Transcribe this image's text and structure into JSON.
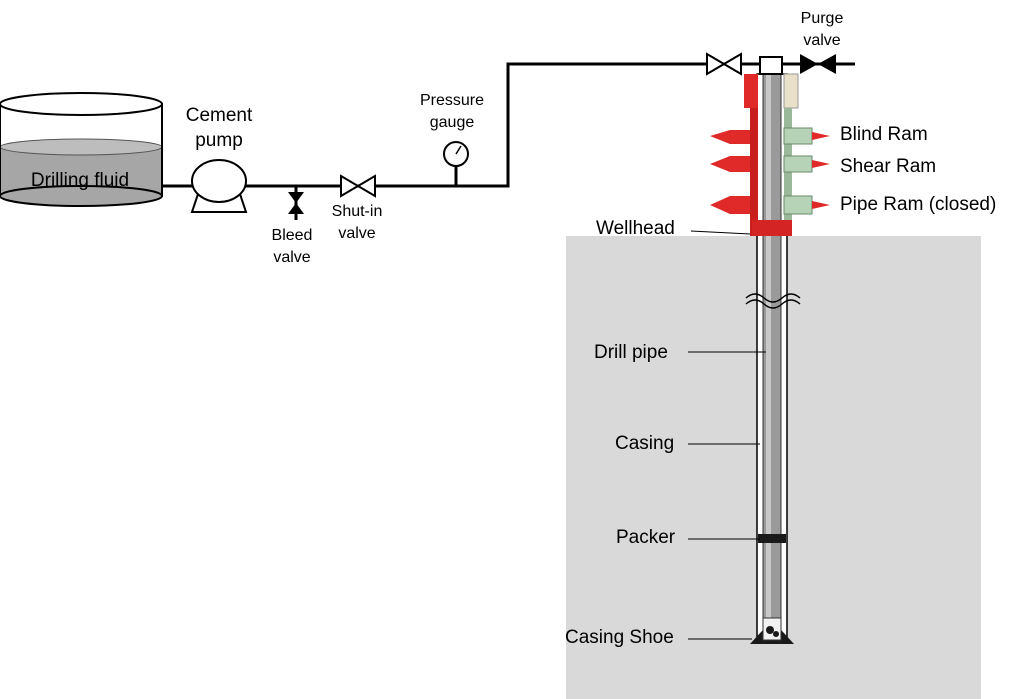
{
  "labels": {
    "drilling_fluid": "Drilling fluid",
    "cement_pump_line1": "Cement",
    "cement_pump_line2": "pump",
    "bleed_valve_line1": "Bleed",
    "bleed_valve_line2": "valve",
    "shutin_valve_line1": "Shut-in",
    "shutin_valve_line2": "valve",
    "pressure_gauge_line1": "Pressure",
    "pressure_gauge_line2": "gauge",
    "purge_valve_line1": "Purge",
    "purge_valve_line2": "valve",
    "blind_ram": "Blind Ram",
    "shear_ram": "Shear Ram",
    "pipe_ram": "Pipe Ram (closed)",
    "wellhead": "Wellhead",
    "drill_pipe": "Drill pipe",
    "casing": "Casing",
    "packer": "Packer",
    "casing_shoe": "Casing Shoe"
  },
  "colors": {
    "ground": "#d9d9d9",
    "fluid": "#a6a6a6",
    "bop_red": "#e02a2a",
    "ram_green": "#b7d3b7",
    "pipe_grey": "#8c8c8c",
    "line": "#000000"
  },
  "icons": [
    "tank-icon",
    "pump-icon",
    "bleed-valve-icon",
    "shutin-valve-icon",
    "pressure-gauge-icon",
    "gate-valve-icon",
    "purge-valve-icon",
    "bop-stack-icon",
    "packer-icon",
    "casing-shoe-icon"
  ]
}
